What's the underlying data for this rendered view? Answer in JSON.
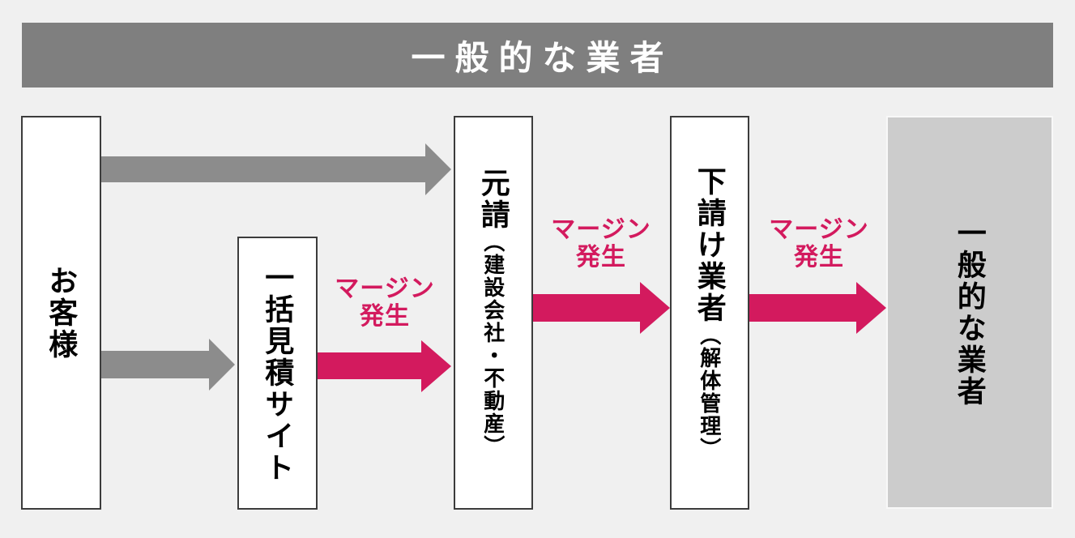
{
  "banner": {
    "title": "一般的な業者"
  },
  "nodes": [
    {
      "id": "customer",
      "label": "お客様"
    },
    {
      "id": "quote-site",
      "label": "一括見積サイト"
    },
    {
      "id": "prime-contractor",
      "label": "元請",
      "sublabel": "（建設会社・不動産）"
    },
    {
      "id": "subcontractor",
      "label": "下請け業者",
      "sublabel": "（解体管理）"
    },
    {
      "id": "general-contractor",
      "label": "一般的な業者"
    }
  ],
  "edges": [
    {
      "from": "customer",
      "to": "prime-contractor",
      "type": "gray"
    },
    {
      "from": "customer",
      "to": "quote-site",
      "type": "gray"
    },
    {
      "from": "quote-site",
      "to": "prime-contractor",
      "type": "pink",
      "label_line1": "マージン",
      "label_line2": "発生"
    },
    {
      "from": "prime-contractor",
      "to": "subcontractor",
      "type": "pink",
      "label_line1": "マージン",
      "label_line2": "発生"
    },
    {
      "from": "subcontractor",
      "to": "general-contractor",
      "type": "pink",
      "label_line1": "マージン",
      "label_line2": "発生"
    }
  ],
  "colors": {
    "background": "#f0f0f0",
    "banner_bg": "#7f7f7f",
    "banner_text": "#ffffff",
    "arrow_gray": "#8c8c8c",
    "accent_pink": "#d31a5e",
    "node_bg": "#ffffff",
    "node_border": "#3c3c3c",
    "general_node_bg": "#cccccc",
    "text": "#000000"
  }
}
